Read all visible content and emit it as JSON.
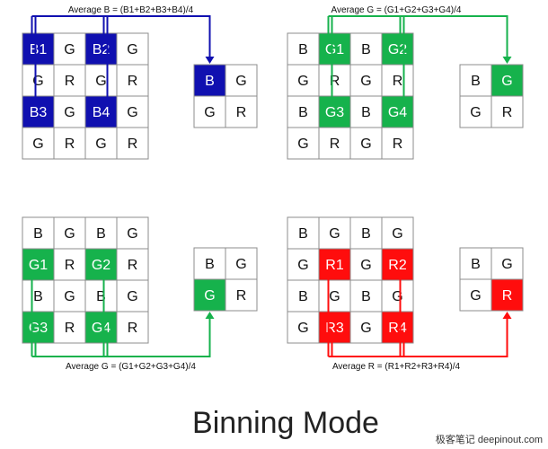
{
  "title": "Binning Mode",
  "watermark": "极客笔记 deepinout.com",
  "colors": {
    "B": "#1010b0",
    "G": "#16b24c",
    "R": "#ff0d0d",
    "plain": "#ffffff"
  },
  "panels": [
    {
      "id": "binning-blue",
      "formula": "Average B = (B1+B2+B3+B4)/4",
      "color": "B",
      "grid": [
        [
          {
            "t": "B1",
            "h": 1
          },
          {
            "t": "G"
          },
          {
            "t": "B2",
            "h": 1
          },
          {
            "t": "G"
          }
        ],
        [
          {
            "t": "G"
          },
          {
            "t": "R"
          },
          {
            "t": "G"
          },
          {
            "t": "R"
          }
        ],
        [
          {
            "t": "B3",
            "h": 1
          },
          {
            "t": "G"
          },
          {
            "t": "B4",
            "h": 1
          },
          {
            "t": "G"
          }
        ],
        [
          {
            "t": "G"
          },
          {
            "t": "R"
          },
          {
            "t": "G"
          },
          {
            "t": "R"
          }
        ]
      ],
      "result": [
        [
          {
            "t": "B",
            "h": 1
          },
          {
            "t": "G"
          }
        ],
        [
          {
            "t": "G"
          },
          {
            "t": "R"
          }
        ]
      ]
    },
    {
      "id": "binning-green-1",
      "formula": "Average G = (G1+G2+G3+G4)/4",
      "color": "G",
      "grid": [
        [
          {
            "t": "B"
          },
          {
            "t": "G1",
            "h": 1
          },
          {
            "t": "B"
          },
          {
            "t": "G2",
            "h": 1
          }
        ],
        [
          {
            "t": "G"
          },
          {
            "t": "R"
          },
          {
            "t": "G"
          },
          {
            "t": "R"
          }
        ],
        [
          {
            "t": "B"
          },
          {
            "t": "G3",
            "h": 1
          },
          {
            "t": "B"
          },
          {
            "t": "G4",
            "h": 1
          }
        ],
        [
          {
            "t": "G"
          },
          {
            "t": "R"
          },
          {
            "t": "G"
          },
          {
            "t": "R"
          }
        ]
      ],
      "result": [
        [
          {
            "t": "B"
          },
          {
            "t": "G",
            "h": 1
          }
        ],
        [
          {
            "t": "G"
          },
          {
            "t": "R"
          }
        ]
      ]
    },
    {
      "id": "binning-green-2",
      "formula": "Average G = (G1+G2+G3+G4)/4",
      "color": "G",
      "grid": [
        [
          {
            "t": "B"
          },
          {
            "t": "G"
          },
          {
            "t": "B"
          },
          {
            "t": "G"
          }
        ],
        [
          {
            "t": "G1",
            "h": 1
          },
          {
            "t": "R"
          },
          {
            "t": "G2",
            "h": 1
          },
          {
            "t": "R"
          }
        ],
        [
          {
            "t": "B"
          },
          {
            "t": "G"
          },
          {
            "t": "B"
          },
          {
            "t": "G"
          }
        ],
        [
          {
            "t": "G3",
            "h": 1
          },
          {
            "t": "R"
          },
          {
            "t": "G4",
            "h": 1
          },
          {
            "t": "R"
          }
        ]
      ],
      "result": [
        [
          {
            "t": "B"
          },
          {
            "t": "G"
          }
        ],
        [
          {
            "t": "G",
            "h": 1
          },
          {
            "t": "R"
          }
        ]
      ]
    },
    {
      "id": "binning-red",
      "formula": "Average R = (R1+R2+R3+R4)/4",
      "color": "R",
      "grid": [
        [
          {
            "t": "B"
          },
          {
            "t": "G"
          },
          {
            "t": "B"
          },
          {
            "t": "G"
          }
        ],
        [
          {
            "t": "G"
          },
          {
            "t": "R1",
            "h": 1
          },
          {
            "t": "G"
          },
          {
            "t": "R2",
            "h": 1
          }
        ],
        [
          {
            "t": "B"
          },
          {
            "t": "G"
          },
          {
            "t": "B"
          },
          {
            "t": "G"
          }
        ],
        [
          {
            "t": "G"
          },
          {
            "t": "R3",
            "h": 1
          },
          {
            "t": "G"
          },
          {
            "t": "R4",
            "h": 1
          }
        ]
      ],
      "result": [
        [
          {
            "t": "B"
          },
          {
            "t": "G"
          }
        ],
        [
          {
            "t": "G"
          },
          {
            "t": "R",
            "h": 1
          }
        ]
      ]
    }
  ]
}
